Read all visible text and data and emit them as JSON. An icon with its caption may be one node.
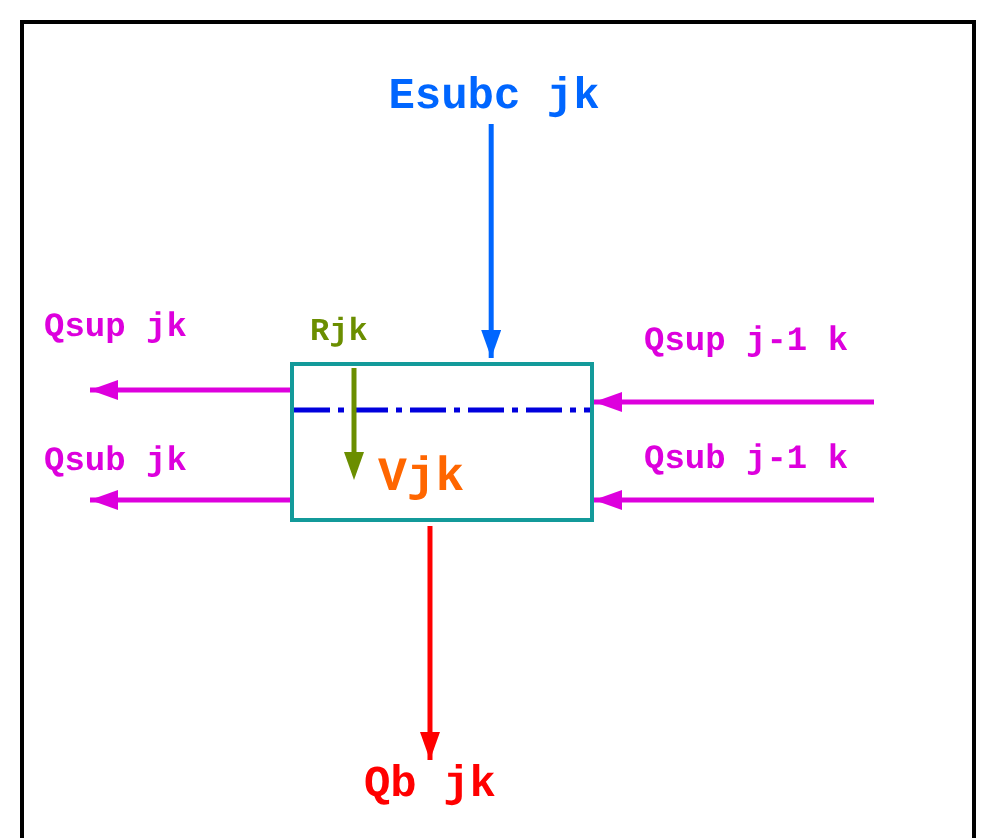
{
  "diagram": {
    "nodes": [
      {
        "text": [
          "Esubc jk"
        ]
      },
      {
        "text": [
          "Vjk"
        ]
      },
      {
        "text": [
          "Qb jk"
        ]
      }
    ],
    "edges": [
      {
        "from": 0,
        "to": 1,
        "arrow": "to",
        "color": "#0066ff"
      },
      {
        "from": 1,
        "to": null,
        "arrow": "to",
        "label": "Qsup jk"
      },
      {
        "from": 1,
        "to": null,
        "arrow": "to",
        "label": "Qsub jk"
      },
      {
        "from": null,
        "to": 1,
        "arrow": "to",
        "label": "Qsup j-1 k"
      },
      {
        "from": null,
        "to": 1,
        "arrow": "to",
        "label": "Qsub j-1 k"
      },
      {
        "from": 1,
        "to": 2,
        "arrow": "to",
        "color": "#ff0000"
      }
    ],
    "labels": [
      "Rjk"
    ]
  }
}
